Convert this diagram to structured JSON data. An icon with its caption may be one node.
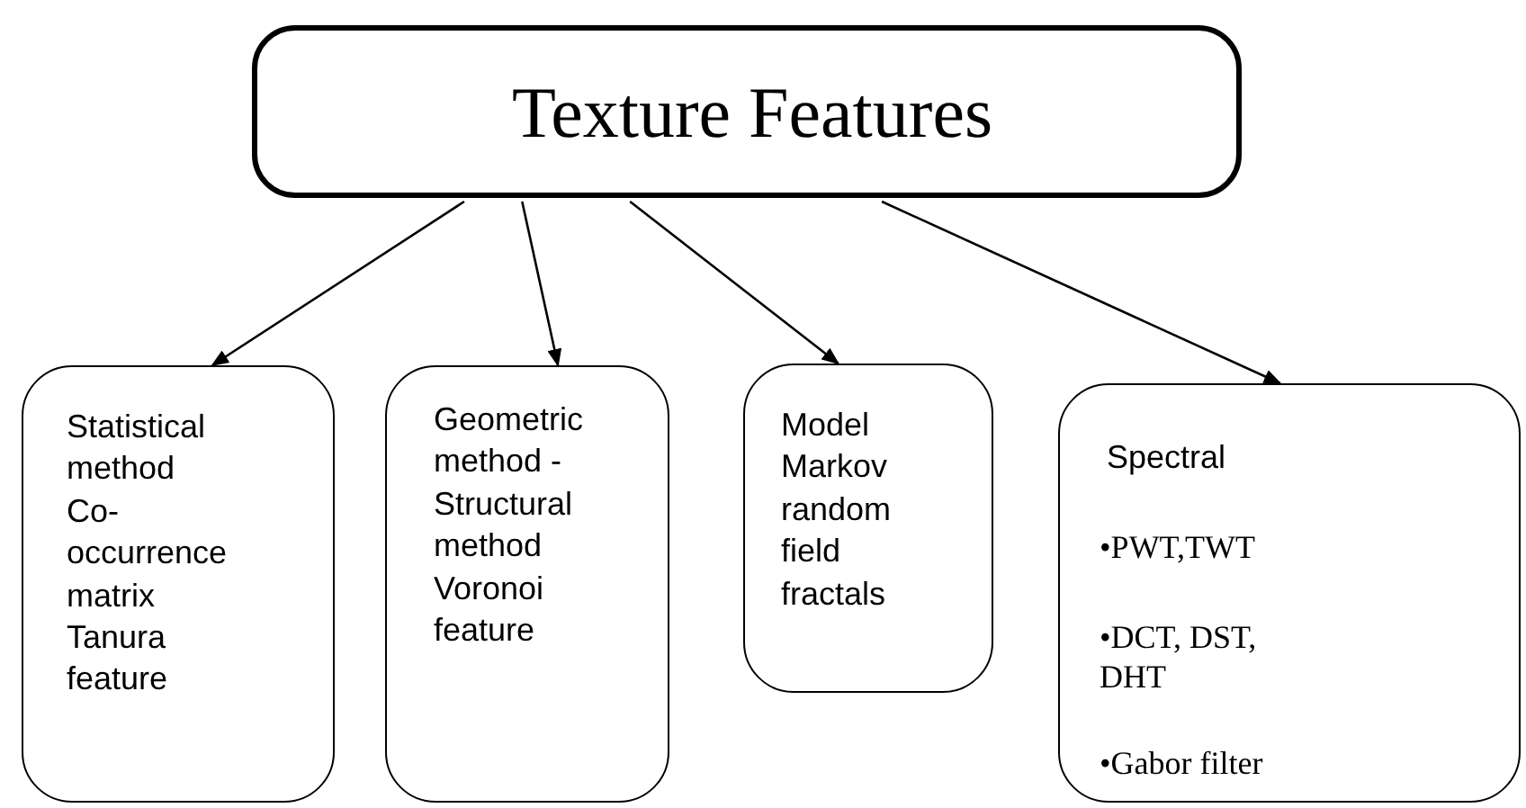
{
  "diagram": {
    "nodes": [
      {
        "text": [
          "Texture Features"
        ]
      },
      {
        "text": [
          "Statistical method Co-occurrence matrix Tanura feature"
        ]
      },
      {
        "text": [
          "Geometric method - Structural method Voronoi feature"
        ]
      },
      {
        "text": [
          "Model Markov random field fractals"
        ]
      },
      {
        "text": [
          "Spectral",
          "•PWT,TWT",
          "•DCT, DST, DHT",
          "•Gabor filter"
        ]
      }
    ],
    "edges": [
      {
        "from": 0,
        "to": 1,
        "arrow": "to"
      },
      {
        "from": 0,
        "to": 2,
        "arrow": "to"
      },
      {
        "from": 0,
        "to": 3,
        "arrow": "to"
      },
      {
        "from": 0,
        "to": 4,
        "arrow": "to"
      }
    ]
  }
}
